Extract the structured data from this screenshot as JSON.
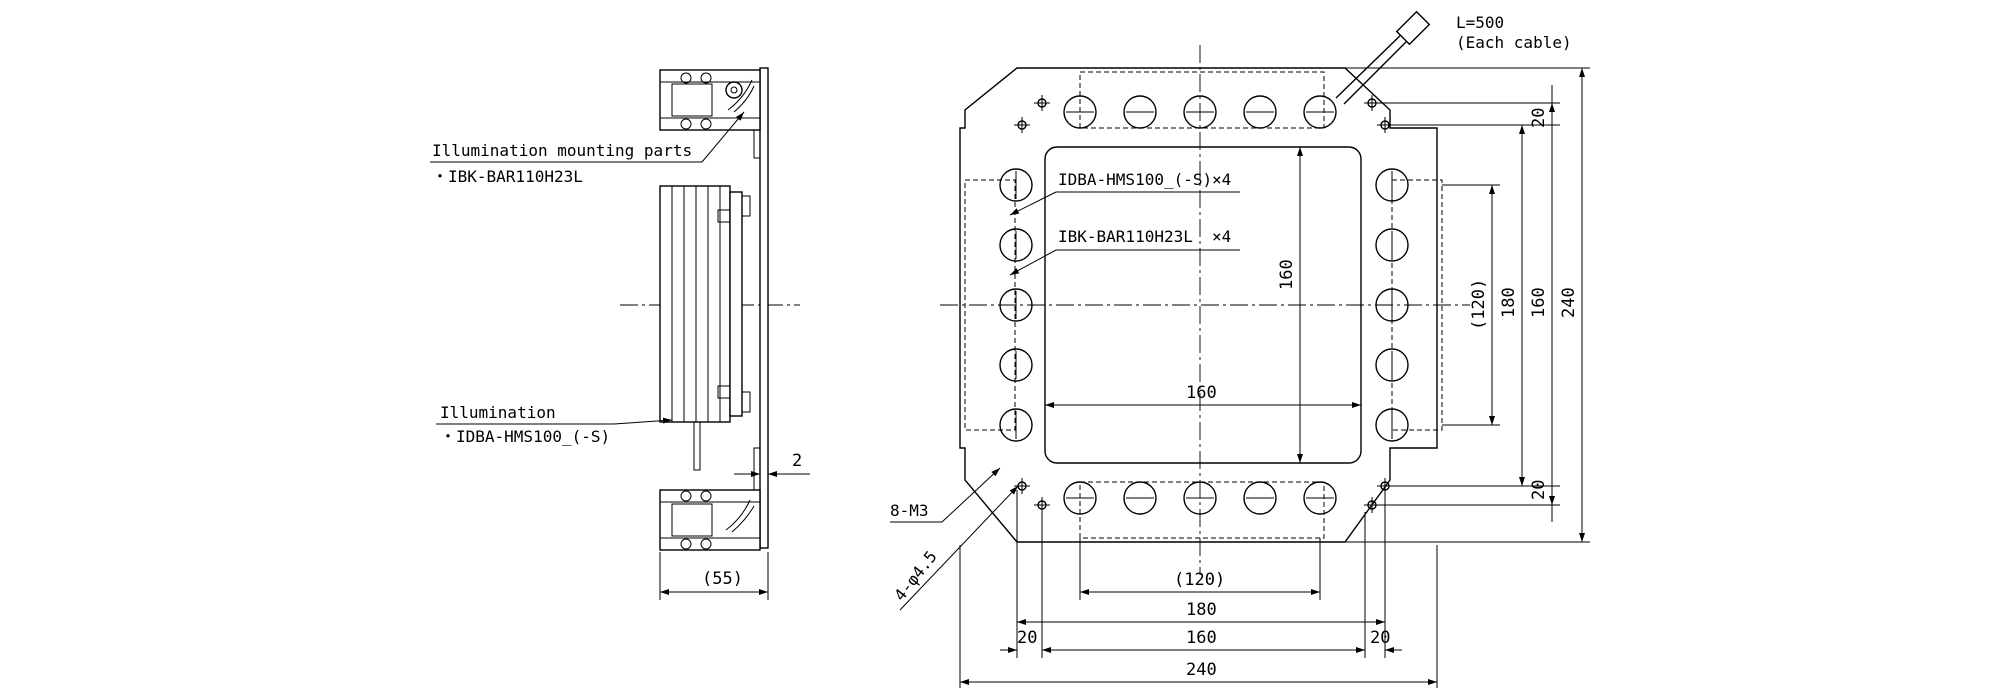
{
  "side_view": {
    "mounting_parts_label": "Illumination mounting parts",
    "mounting_parts_model": "・IBK-BAR110H23L",
    "illumination_label": "Illumination",
    "illumination_model": "・IDBA-HMS100_(-S)",
    "dim_thickness": "2",
    "dim_depth": "(55)"
  },
  "front_view": {
    "cable_length": "L=500",
    "cable_note": "(Each cable)",
    "callout_illumination": "IDBA-HMS100_(-S)",
    "callout_illumination_qty": "×4",
    "callout_mount": "IBK-BAR110H23L",
    "callout_mount_qty": "×4",
    "inner_width": "160",
    "inner_height": "160",
    "tapped_holes": "8-M3",
    "through_holes": "4-φ4.5",
    "dim_bottom": {
      "d120": "(120)",
      "d180": "180",
      "d160": "160",
      "d20_left": "20",
      "d20_right": "20",
      "d240": "240"
    },
    "dim_right": {
      "d20_top": "20",
      "d120": "(120)",
      "d180": "180",
      "d160": "160",
      "d240": "240",
      "d20_bottom": "20"
    }
  }
}
